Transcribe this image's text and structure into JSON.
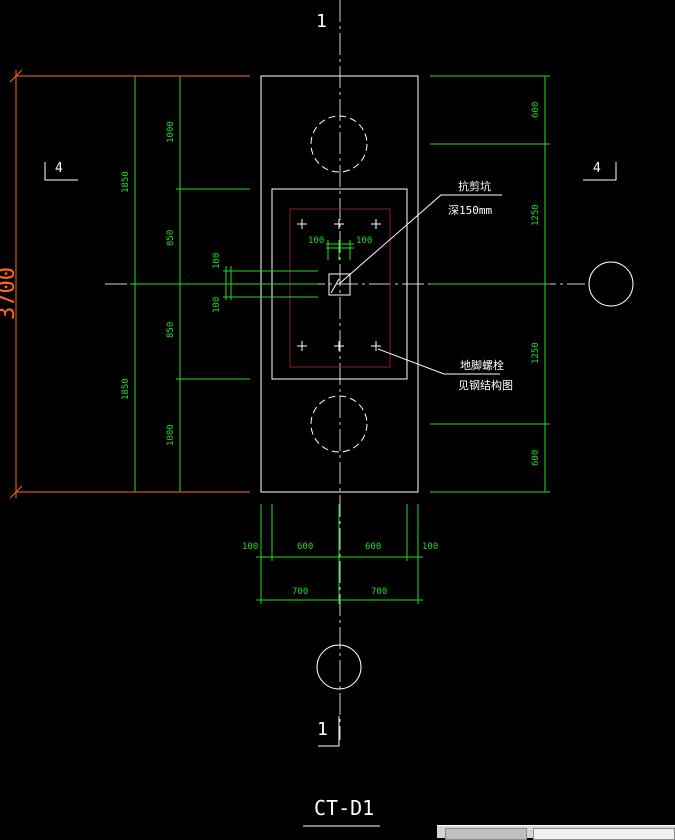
{
  "drawing": {
    "title": "CT-D1",
    "axis_top": "1",
    "axis_bottom": "1",
    "section_left": "4",
    "section_right": "4",
    "overall_dim_partial": "3700"
  },
  "left_dims": {
    "outer_top": "1850",
    "outer_bottom": "1850",
    "inner": [
      "1000",
      "850",
      "850",
      "1000"
    ]
  },
  "right_dims": [
    "600",
    "1250",
    "1250",
    "600"
  ],
  "bottom_dims": {
    "row1": [
      "100",
      "600",
      "600",
      "100"
    ],
    "row2": [
      "700",
      "700"
    ]
  },
  "local_dims": {
    "top_left": "100",
    "top_right": "100",
    "left_top": "100",
    "left_bottom": "100"
  },
  "annotations": {
    "shear_key_line1": "抗剪坑",
    "shear_key_line2": "深150mm",
    "anchor_bolt_line1": "地脚螺栓",
    "anchor_bolt_line2": "见钢结构图"
  },
  "colors": {
    "dimension": "#22dd22",
    "outline": "#ffffff",
    "overall_dimension": "#ff6a1a",
    "inner_frame": "#8a1e1e",
    "background": "#000000"
  }
}
